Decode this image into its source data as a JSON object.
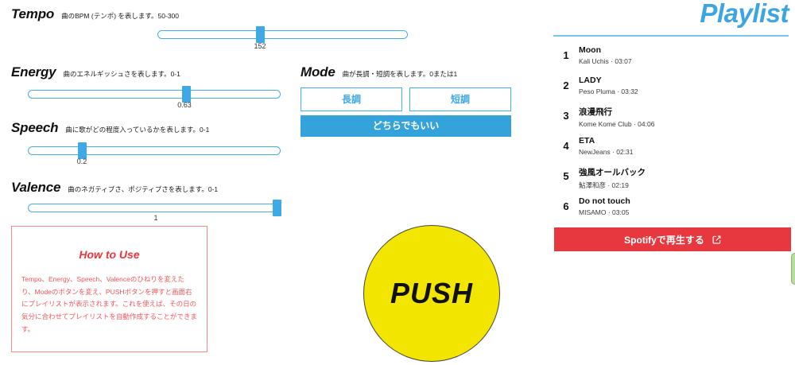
{
  "params": [
    {
      "name": "Tempo",
      "desc": "曲のBPM (テンポ) を表します。50-300",
      "value": "152",
      "min": 50,
      "max": 300,
      "percent": 41
    },
    {
      "name": "Energy",
      "desc": "曲のエネルギッシュさを表します。0-1",
      "value": "0.63",
      "min": 0,
      "max": 1,
      "percent": 63
    },
    {
      "name": "Speech",
      "desc": "曲に歌がどの程度入っているかを表します。0-1",
      "value": "0.2",
      "min": 0,
      "max": 1,
      "percent": 20
    },
    {
      "name": "Valence",
      "desc": "曲のネガティブさ、ポジティブさを表します。0-1",
      "value": "1",
      "min": 0,
      "max": 1,
      "percent": 100
    }
  ],
  "mode": {
    "title": "Mode",
    "desc": "曲が長調・短調を表します。0または1",
    "major_label": "長調",
    "minor_label": "短調",
    "either_label": "どちらでもいい"
  },
  "howto": {
    "title": "How to Use",
    "body": "Tempo、Energy、Speech、Valenceのひねりを変えたり、Modeのボタンを変え、PUSHボタンを押すと画面右にプレイリストが表示されます。これを使えば、その日の気分に合わせてプレイリストを自動作成することができます。"
  },
  "push": {
    "label": "PUSH"
  },
  "playlist": {
    "title": "Playlist",
    "tracks": [
      {
        "index": "1",
        "title": "Moon",
        "meta": "Kali Uchis · 03:07"
      },
      {
        "index": "2",
        "title": "LADY",
        "meta": "Peso Pluma · 03:32"
      },
      {
        "index": "3",
        "title": "浪漫飛行",
        "meta": "Kome Kome Club · 04:06"
      },
      {
        "index": "4",
        "title": "ETA",
        "meta": "NewJeans · 02:31"
      },
      {
        "index": "5",
        "title": "強風オールバック",
        "meta": "鮎澤和彦 · 02:19"
      },
      {
        "index": "6",
        "title": "Do not touch",
        "meta": "MISAMO · 03:05"
      }
    ]
  },
  "spotify": {
    "label": "Spotifyで再生する"
  },
  "colors": {
    "accent_blue": "#3FA9E5",
    "title_blue": "#3DA5E0",
    "red": "#E8383F",
    "howto_red": "#F2565C",
    "yellow": "#F2E500",
    "green": "#BBD9A0"
  }
}
